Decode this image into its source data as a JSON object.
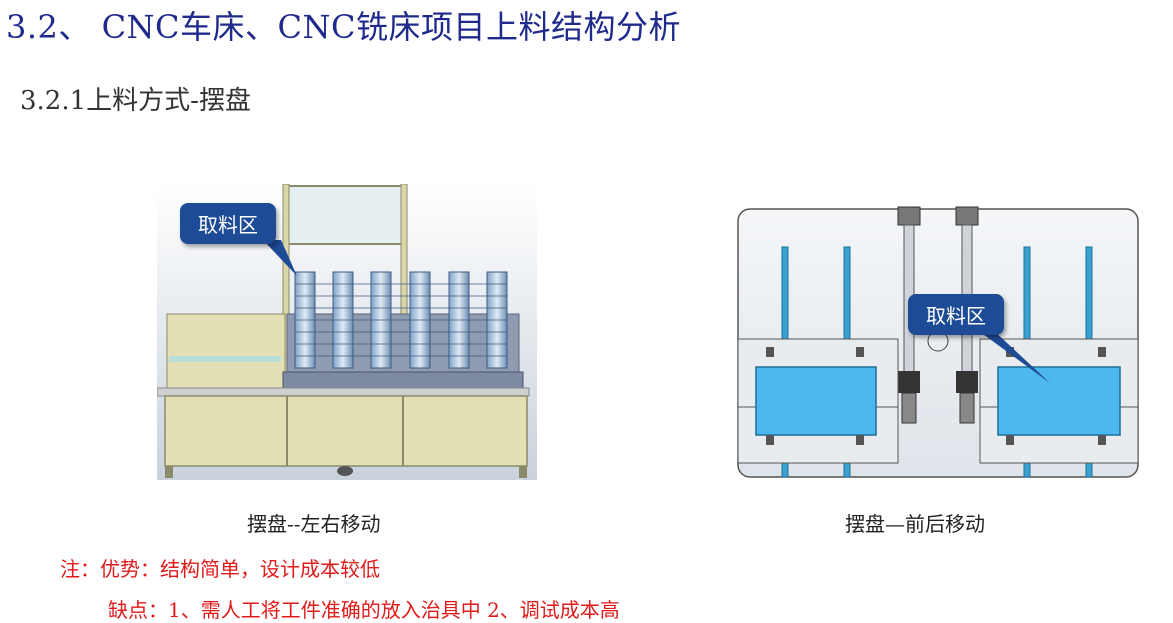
{
  "heading": {
    "title": "3.2、  CNC车床、CNC铣床项目上料结构分析",
    "subtitle": "3.2.1上料方式-摆盘"
  },
  "figures": {
    "left": {
      "callout": "取料区",
      "caption": "摆盘--左右移动"
    },
    "right": {
      "callout": "取料区",
      "caption": "摆盘—前后移动"
    }
  },
  "notes": {
    "line1": "注：优势：结构简单，设计成本较低",
    "line2": "缺点：1、需人工将工件准确的放入治具中   2、调试成本高"
  },
  "colors": {
    "title": "#1f2a8c",
    "note": "#e01a1a",
    "callout": "#1e4b96",
    "frame": "#d9d7a8",
    "fixture": "#4db8f0"
  }
}
